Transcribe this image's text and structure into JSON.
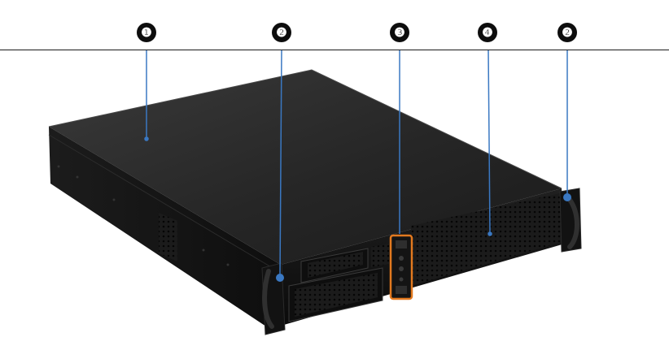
{
  "callouts": [
    {
      "id": "1",
      "label": "❶"
    },
    {
      "id": "2a",
      "label": "❷"
    },
    {
      "id": "3",
      "label": "❸"
    },
    {
      "id": "4",
      "label": "❹"
    },
    {
      "id": "2b",
      "label": "❷"
    }
  ],
  "colors": {
    "leader_line": "#3a78c2",
    "highlight_box": "#e2791f",
    "chassis_dark": "#141414",
    "chassis_top": "#2a2a2a"
  },
  "icons": [
    "server-chassis-icon",
    "front-io-panel-icon",
    "rack-handle-icon",
    "drive-bay-icon",
    "vent-grille-icon"
  ]
}
